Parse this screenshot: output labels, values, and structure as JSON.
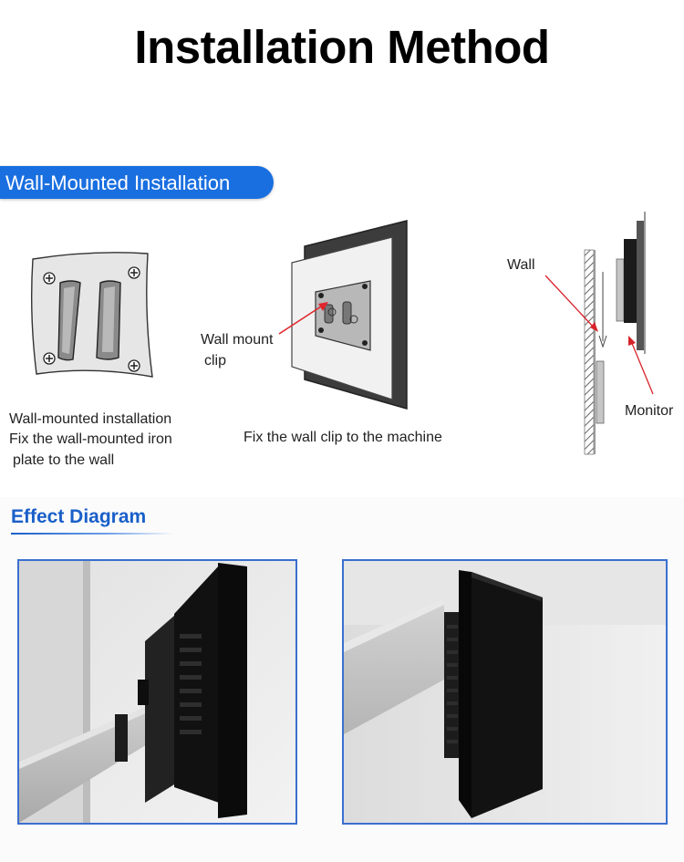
{
  "page_title": "Installation Method",
  "section_wall": {
    "label": "Wall-Mounted Installation",
    "accent_color": "#1a6fe0"
  },
  "plate_caption": {
    "line1": "Wall-mounted installation",
    "line2": "Fix the wall-mounted iron",
    "line3": "plate to the wall"
  },
  "clip_figure": {
    "callout_line1": "Wall mount",
    "callout_line2": "clip",
    "caption": "Fix the wall clip to the machine"
  },
  "side_figure": {
    "wall_label": "Wall",
    "monitor_label": "Monitor"
  },
  "section_effect": {
    "label": "Effect Diagram",
    "accent_color": "#1a5fc9"
  },
  "photos": [
    {
      "frame_color": "#3b6fd0"
    },
    {
      "frame_color": "#3b6fd0"
    }
  ]
}
